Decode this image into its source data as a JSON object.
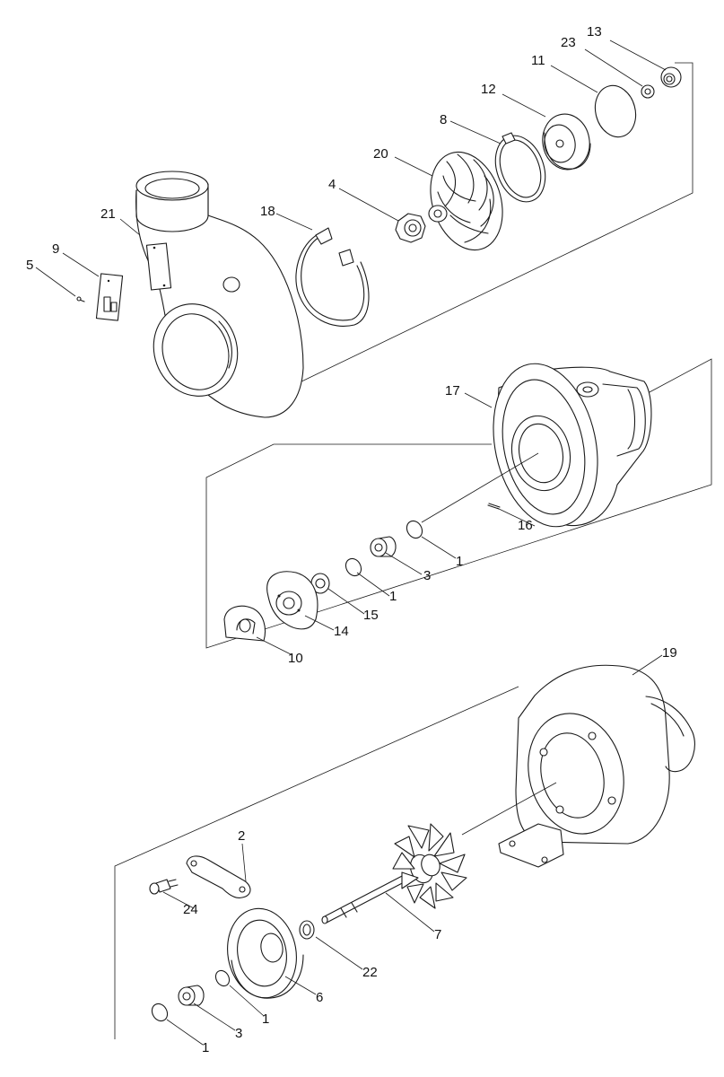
{
  "callouts": {
    "c1a": "1",
    "c1b": "1",
    "c1c": "1",
    "c1d": "1",
    "c2": "2",
    "c3a": "3",
    "c3b": "3",
    "c4": "4",
    "c5": "5",
    "c6": "6",
    "c7": "7",
    "c8": "8",
    "c9": "9",
    "c10": "10",
    "c11": "11",
    "c12": "12",
    "c13": "13",
    "c14": "14",
    "c15": "15",
    "c16": "16",
    "c17": "17",
    "c18": "18",
    "c19": "19",
    "c20": "20",
    "c21": "21",
    "c22": "22",
    "c23": "23",
    "c24": "24"
  }
}
